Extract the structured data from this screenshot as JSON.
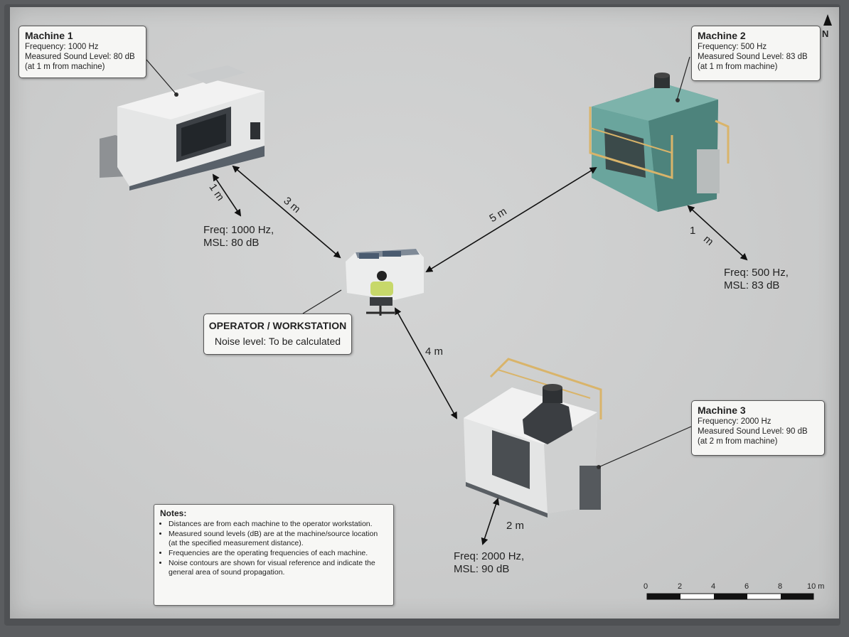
{
  "machine1": {
    "title": "Machine 1",
    "frequency": "Frequency: 1000 Hz",
    "sound_level": "Measured Sound Level: 80 dB",
    "distance_note": "(at 1 m from machine)",
    "label_freq": "Freq: 1000 Hz,",
    "label_msl": "MSL: 80 dB",
    "near_distance": "1 m",
    "operator_distance": "3 m"
  },
  "machine2": {
    "title": "Machine 2",
    "frequency": "Frequency: 500 Hz",
    "sound_level": "Measured Sound Level: 83 dB",
    "distance_note": "(at 1 m from machine)",
    "label_freq": "Freq: 500 Hz,",
    "label_msl": "MSL: 83 dB",
    "near_distance_num": "1",
    "near_distance_unit": "m",
    "operator_distance": "5 m"
  },
  "machine3": {
    "title": "Machine 3",
    "frequency": "Frequency: 2000 Hz",
    "sound_level": "Measured Sound Level: 90 dB",
    "distance_note": "(at 2 m from machine)",
    "label_freq": "Freq: 2000 Hz,",
    "label_msl": "MSL: 90 dB",
    "near_distance": "2 m",
    "operator_distance": "4 m"
  },
  "operator": {
    "title": "OPERATOR / WORKSTATION",
    "noise": "Noise level: To be calculated"
  },
  "notes": {
    "title": "Notes:",
    "items": [
      "Distances are from each machine to the operator workstation.",
      "Measured sound levels (dB) are at the machine/source location (at the specified measurement distance).",
      "Frequencies are the operating frequencies of each machine.",
      "Noise contours are shown for visual reference and indicate the general area of sound propagation."
    ]
  },
  "scale": {
    "ticks": [
      "0",
      "2",
      "4",
      "6",
      "8",
      "10 m"
    ]
  },
  "north": "N",
  "colors": {
    "floor": "#cbcccc",
    "machine_white": "#e9eaea",
    "machine_dark": "#3b3e42",
    "machine_teal": "#5f9a93",
    "railing": "#d9b46a",
    "operator_shirt": "#c7d86a"
  }
}
